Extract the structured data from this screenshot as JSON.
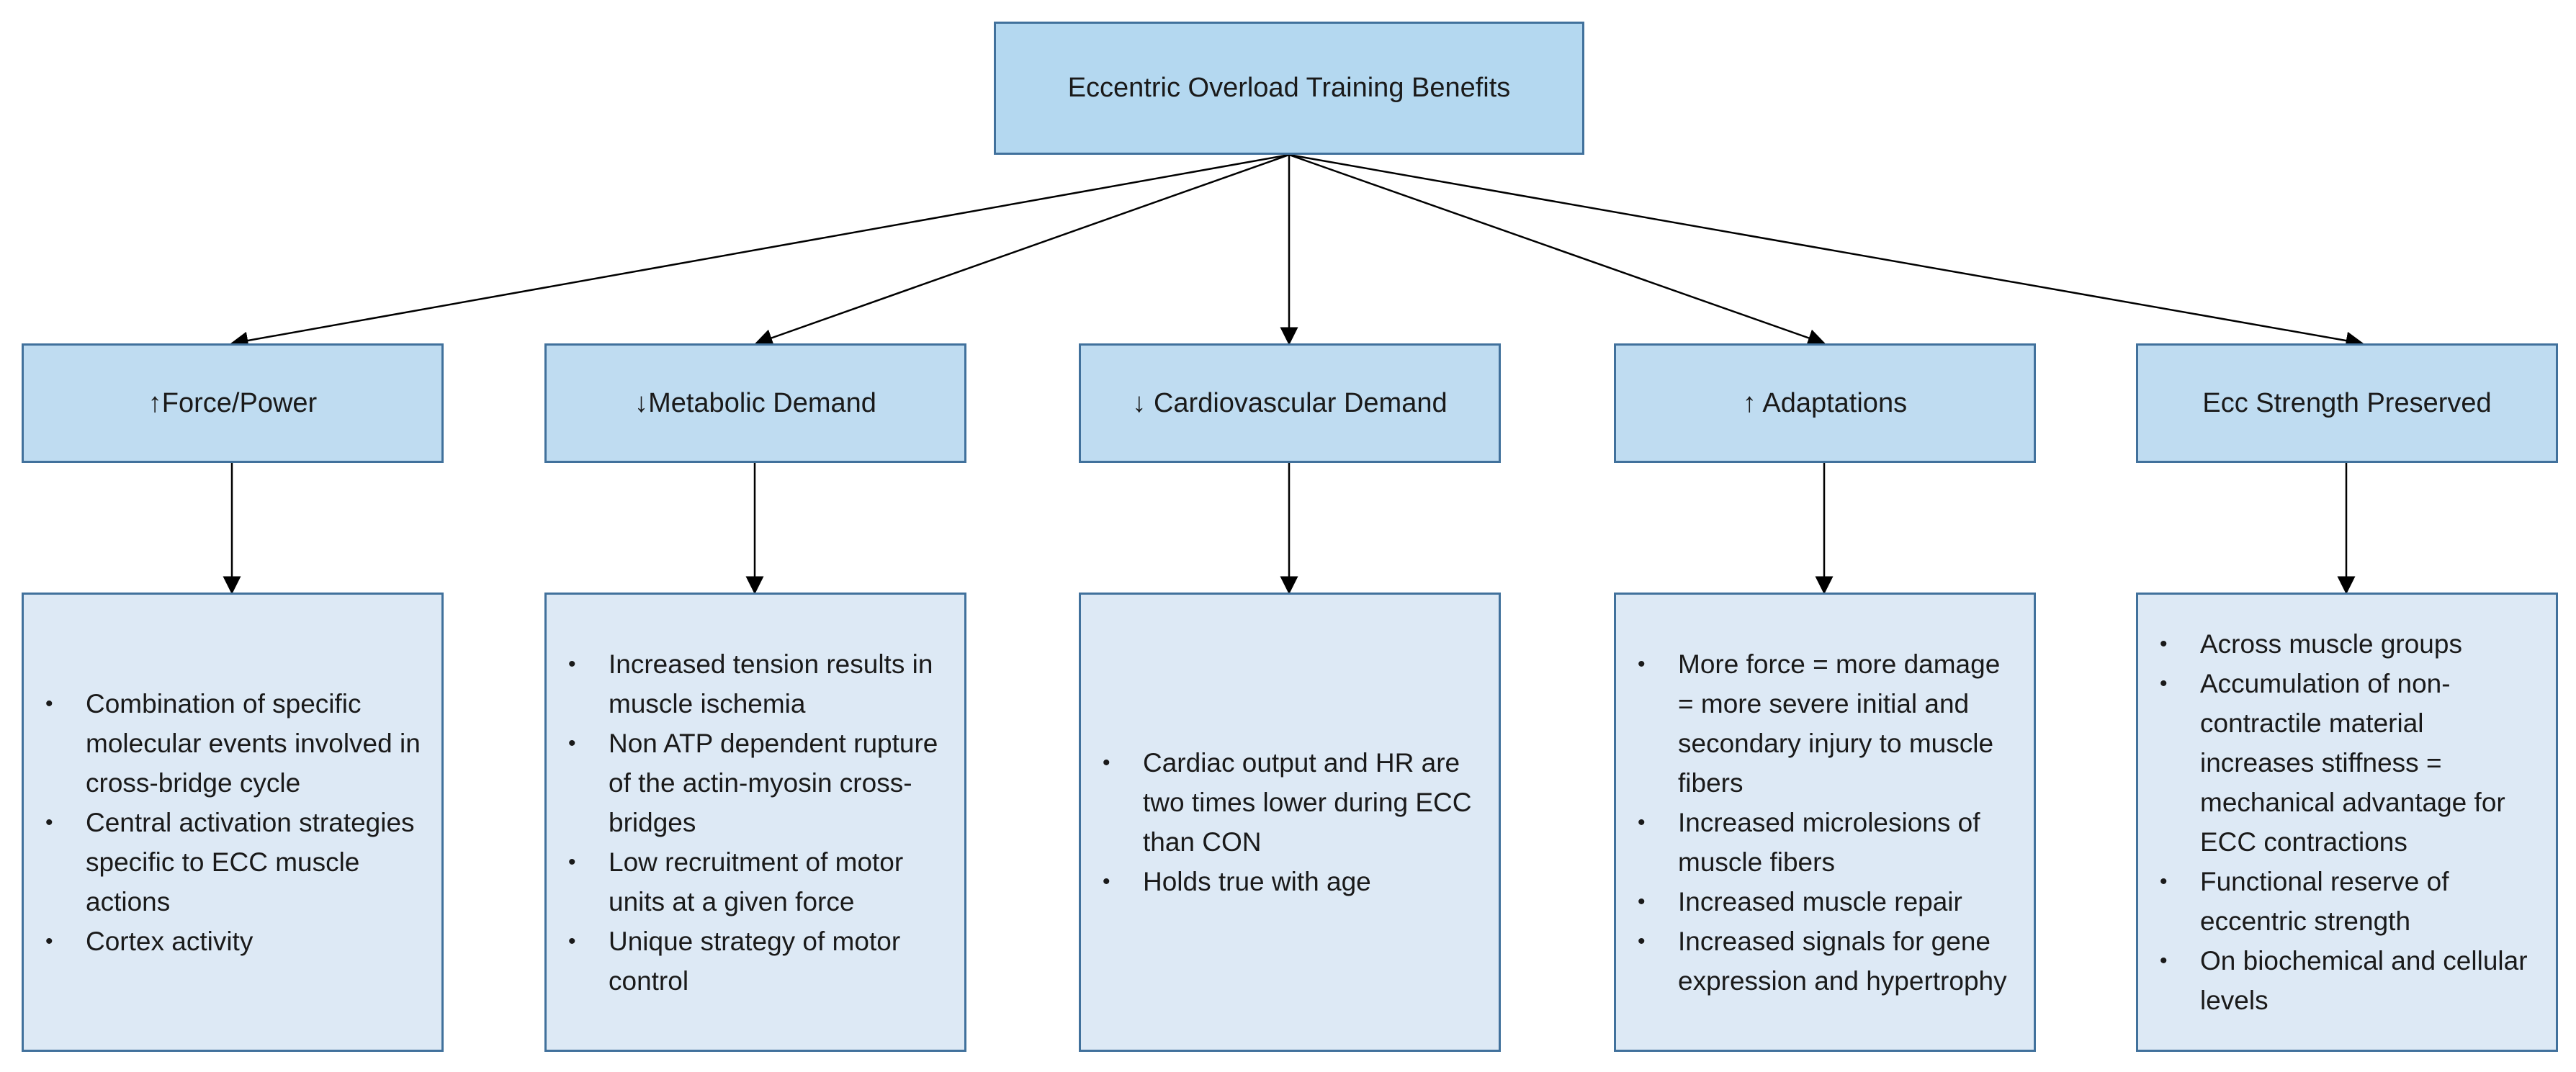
{
  "root": {
    "label": "Eccentric Overload Training Benefits"
  },
  "categories": [
    {
      "label": "↑Force/Power",
      "points": [
        "Combination of specific molecular events involved in cross-bridge cycle",
        "Central activation strategies specific to ECC muscle actions",
        "Cortex activity"
      ]
    },
    {
      "label": "↓Metabolic Demand",
      "points": [
        "Increased tension results in muscle ischemia",
        "Non ATP dependent rupture of the actin-myosin cross-bridges",
        "Low recruitment of motor units at a given force",
        "Unique strategy of motor control"
      ]
    },
    {
      "label": "↓ Cardiovascular Demand",
      "points": [
        "Cardiac output and HR are two times lower during ECC than CON",
        "Holds true with age"
      ]
    },
    {
      "label": "↑ Adaptations",
      "points": [
        "More force = more damage = more severe initial and secondary injury to muscle fibers",
        "Increased microlesions of muscle fibers",
        "Increased muscle repair",
        "Increased signals for gene expression and hypertrophy"
      ]
    },
    {
      "label": "Ecc Strength Preserved",
      "points": [
        "Across muscle groups",
        "Accumulation of non-contractile material increases stiffness = mechanical advantage for ECC contractions",
        "Functional reserve of eccentric strength",
        "On biochemical and cellular levels"
      ]
    }
  ],
  "colors": {
    "root_fill": "#b4d8f0",
    "category_fill": "#bfdcf1",
    "detail_fill": "#dde9f5",
    "border": "#41719c",
    "arrow": "#000000"
  }
}
